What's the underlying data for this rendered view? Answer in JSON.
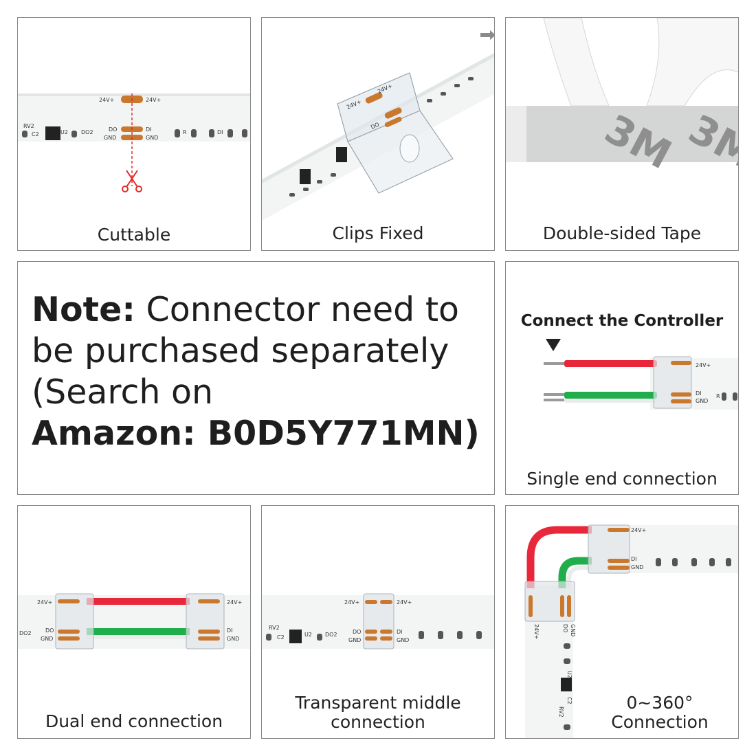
{
  "panels": {
    "cuttable": {
      "caption": "Cuttable",
      "pcb": {
        "v24_left": "24V+",
        "v24_right": "24V+",
        "do": "DO",
        "di": "DI",
        "gnd_left": "GND",
        "gnd_right": "GND",
        "rv2": "RV2",
        "c2": "C2",
        "u2": "U2",
        "do2": "DO2",
        "r": "R",
        "di2": "DI"
      }
    },
    "clips": {
      "caption": "Clips Fixed",
      "pcb": {
        "v24_a": "24V+",
        "v24_b": "24V+",
        "do": "DO"
      }
    },
    "tape": {
      "caption": "Double-sided Tape",
      "brand": "3M"
    },
    "note": {
      "bold_prefix": "Note:",
      "line1_rest": " Connector need to",
      "line2": "be purchased separately",
      "line3": "(Search on",
      "line4": "Amazon: B0D5Y771MN)"
    },
    "controller": {
      "title": "Connect the Controller",
      "caption": "Single end connection",
      "pcb": {
        "v24": "24V+",
        "di": "DI",
        "gnd": "GND",
        "r": "R"
      }
    },
    "dual": {
      "caption": "Dual end connection",
      "pcb": {
        "v24_left": "24V+",
        "v24_right": "24V+",
        "do": "DO",
        "di": "DI",
        "gnd_left": "GND",
        "gnd_right": "GND",
        "do2": "DO2"
      }
    },
    "middle": {
      "caption_line1": "Transparent middle",
      "caption_line2": "connection",
      "pcb": {
        "v24_left": "24V+",
        "v24_right": "24V+",
        "do": "DO",
        "di": "DI",
        "gnd_left": "GND",
        "gnd_right": "GND",
        "rv2": "RV2",
        "c2": "C2",
        "u2": "U2",
        "do2": "DO2"
      }
    },
    "angle": {
      "caption_line1": "0~360°",
      "caption_line2": "Connection",
      "pcb": {
        "v24_top": "24V+",
        "di_top": "DI",
        "gnd_top": "GND",
        "v24_side": "24V+",
        "do_side": "DO",
        "gnd_side": "GND",
        "u2": "U2",
        "c2": "C2",
        "rv2": "RV2"
      }
    }
  },
  "colors": {
    "red_wire": "#e8283a",
    "green_wire": "#1fae4b",
    "pad": "#c9782e",
    "strip": "#f3f5f5",
    "scissor": "#e32b2b"
  }
}
